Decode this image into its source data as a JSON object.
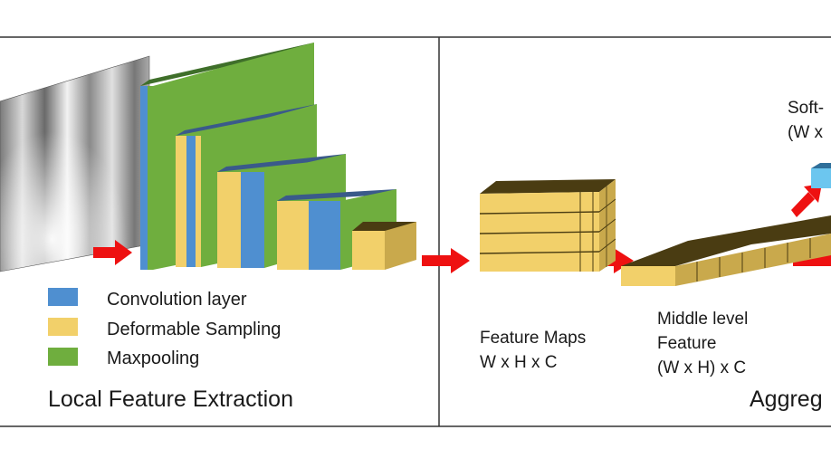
{
  "legend": {
    "items": [
      {
        "label": "Convolution layer",
        "color": "#4f8fd0"
      },
      {
        "label": "Deformable Sampling",
        "color": "#f2d06a"
      },
      {
        "label": "Maxpooling",
        "color": "#6fae3e"
      }
    ]
  },
  "panels": {
    "left": {
      "title": "Local Feature Extraction"
    },
    "right": {
      "title": "Aggreg"
    }
  },
  "captions": {
    "feature_maps": {
      "line1": "Feature Maps",
      "line2": "W x H x C"
    },
    "middle_feature": {
      "line1": "Middle level",
      "line2": "Feature",
      "line3": "(W x H) x C"
    },
    "soft": {
      "line1": "Soft-",
      "line2": "(W x"
    }
  },
  "colors": {
    "arrow": "#ee1111",
    "border": "#333333",
    "block_face": "#f2d06a",
    "block_top": "#4a3c12",
    "block_side": "#c9a94c",
    "conv_blue": "#4f8fd0",
    "pool_green": "#6fae3e",
    "dark_top_green": "#3f6f2a",
    "soft_blue": "#6cc6ef"
  }
}
